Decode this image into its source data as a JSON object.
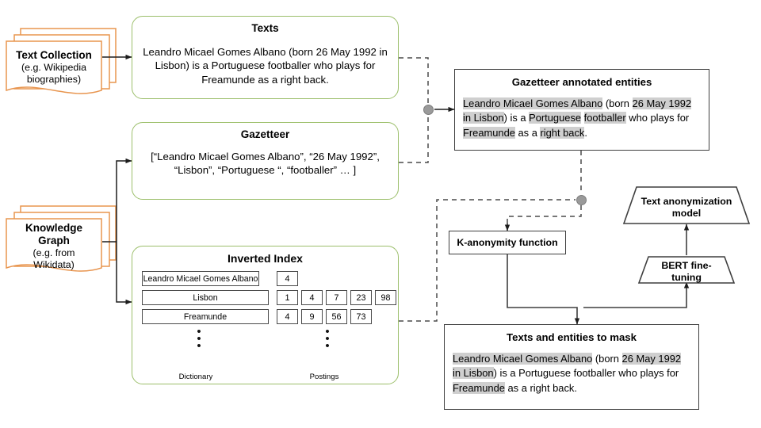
{
  "diagram": {
    "title": "Text anonymization pipeline with gazetteer and inverted index",
    "colors": {
      "source_orange": "#E8954F",
      "process_green": "#9CBF6B",
      "box_black": "#3f3f3f",
      "highlight_gray": "#cfcfcf",
      "junction_gray": "#9a9a9a"
    }
  },
  "sources": [
    {
      "id": "text-collection",
      "title": "Text Collection",
      "subtitle_line1": "(e.g. Wikipedia",
      "subtitle_line2": "biographies)",
      "shape": "document-stack"
    },
    {
      "id": "knowledge-graph",
      "title_line1": "Knowledge",
      "title_line2": "Graph",
      "subtitle_line1": "(e.g. from",
      "subtitle_line2": "Wikidata)",
      "shape": "document-stack"
    }
  ],
  "green_boxes": {
    "texts": {
      "title": "Texts",
      "body": "Leandro Micael Gomes Albano (born 26 May 1992 in Lisbon) is a Portuguese footballer who plays for Freamunde as a right back."
    },
    "gazetteer": {
      "title": "Gazetteer",
      "body": "[“Leandro Micael Gomes Albano”, “26 May 1992”, “Lisbon”, “Portuguese “,  “footballer” … ]"
    },
    "inverted_index": {
      "title": "Inverted Index",
      "dictionary_label": "Dictionary",
      "postings_label": "Postings",
      "rows": [
        {
          "term": "Leandro Micael Gomes Albano",
          "postings": [
            "4"
          ]
        },
        {
          "term": "Lisbon",
          "postings": [
            "1",
            "4",
            "7",
            "23",
            "98"
          ]
        },
        {
          "term": "Freamunde",
          "postings": [
            "4",
            "9",
            "56",
            "73"
          ]
        }
      ],
      "ellipsis": "•"
    }
  },
  "annotated_box": {
    "title": "Gazetteer annotated entities",
    "segments": [
      {
        "text": "Leandro Micael Gomes Albano",
        "highlight": true
      },
      {
        "text": " (born ",
        "highlight": false
      },
      {
        "text": "26 May 1992 in Lisbon",
        "highlight": true
      },
      {
        "text": ") is a ",
        "highlight": false
      },
      {
        "text": "Portuguese",
        "highlight": true
      },
      {
        "text": " ",
        "highlight": false
      },
      {
        "text": "footballer",
        "highlight": true
      },
      {
        "text": " who plays for ",
        "highlight": false
      },
      {
        "text": "Freamunde",
        "highlight": true
      },
      {
        "text": " as a ",
        "highlight": false
      },
      {
        "text": "right back",
        "highlight": true
      },
      {
        "text": ".",
        "highlight": false
      }
    ]
  },
  "mask_box": {
    "title": "Texts and entities to mask",
    "segments": [
      {
        "text": "Leandro Micael Gomes Albano",
        "highlight": true
      },
      {
        "text": " (born ",
        "highlight": false
      },
      {
        "text": "26 May 1992 in Lisbon",
        "highlight": true
      },
      {
        "text": ") is a Portuguese footballer who plays for ",
        "highlight": false
      },
      {
        "text": "Freamunde",
        "highlight": true
      },
      {
        "text": " as a right back.",
        "highlight": false
      }
    ]
  },
  "flow": {
    "k_anonymity": "K-anonymity function",
    "text_anonymization_model_line1": "Text anonymization",
    "text_anonymization_model_line2": "model",
    "bert_line1": "BERT fine-",
    "bert_line2": "tuning"
  }
}
